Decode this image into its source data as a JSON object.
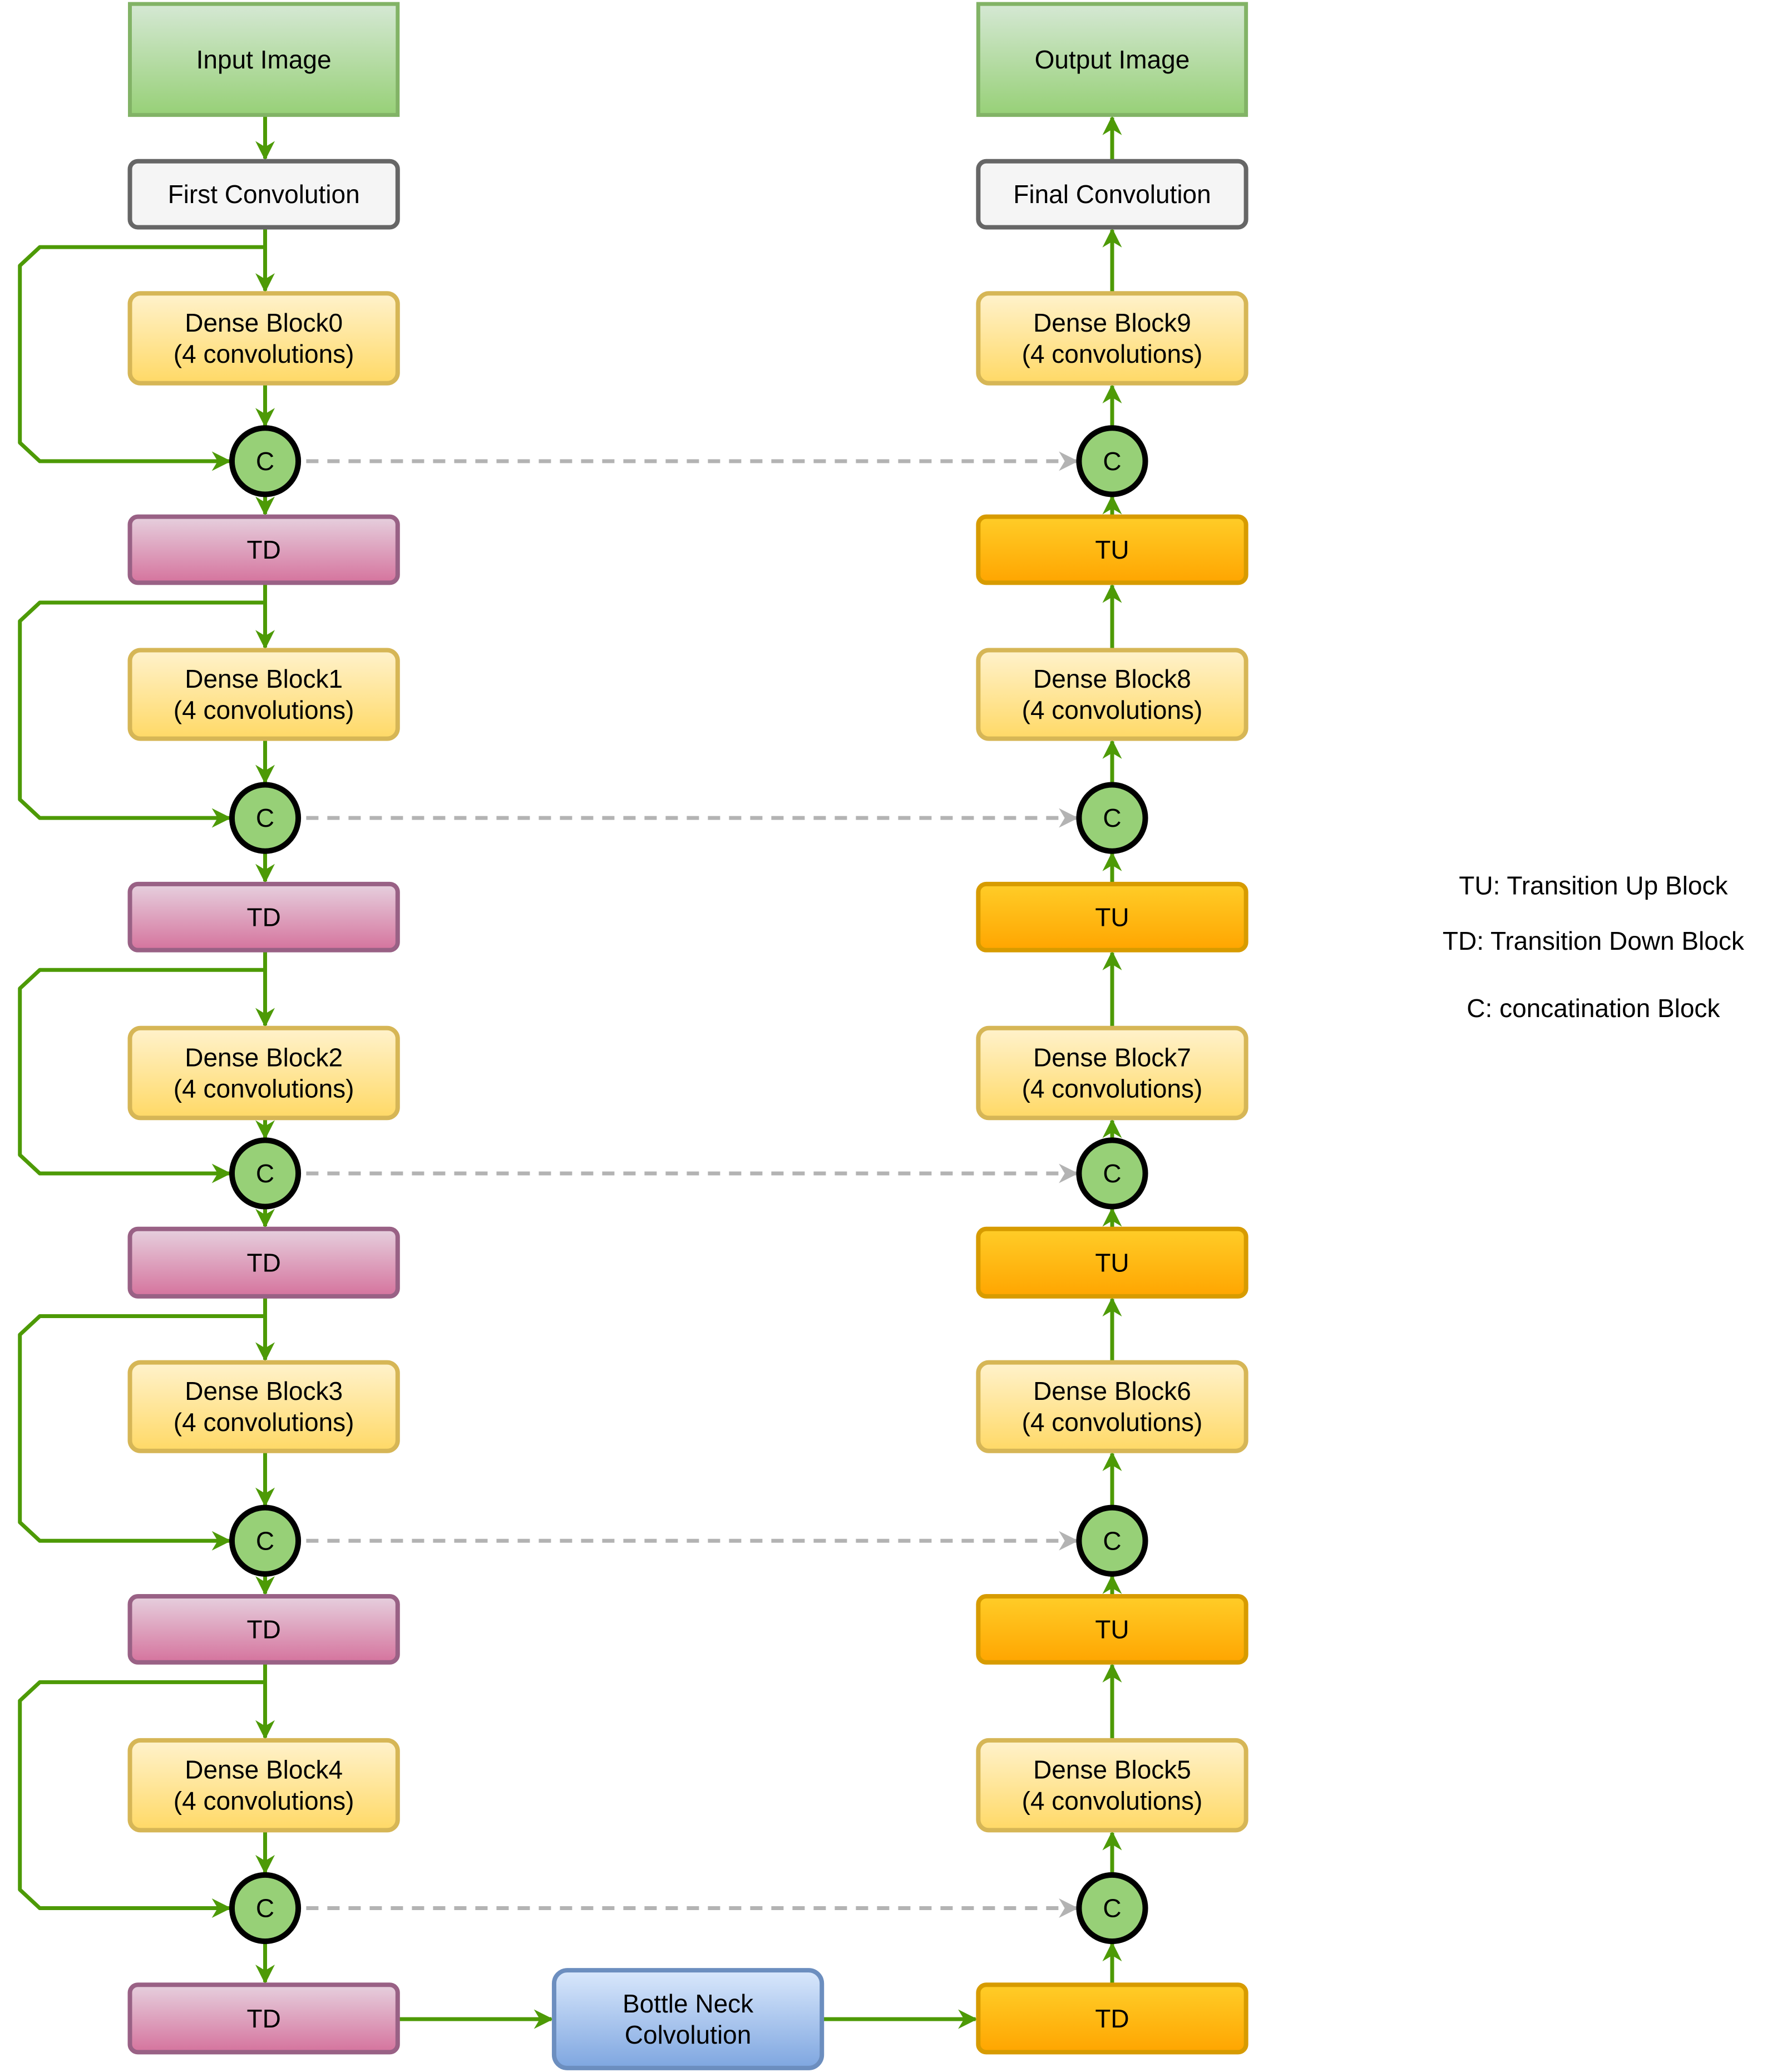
{
  "diagram": {
    "nodes": {
      "input": [
        "Input Image"
      ],
      "first_conv": [
        "First Convolution"
      ],
      "db0": [
        "Dense Block0",
        "(4 convolutions)"
      ],
      "td0": [
        "TD"
      ],
      "db1": [
        "Dense Block1",
        "(4 convolutions)"
      ],
      "td1": [
        "TD"
      ],
      "db2": [
        "Dense Block2",
        "(4 convolutions)"
      ],
      "td2": [
        "TD"
      ],
      "db3": [
        "Dense Block3",
        "(4 convolutions)"
      ],
      "td3": [
        "TD"
      ],
      "db4": [
        "Dense Block4",
        "(4 convolutions)"
      ],
      "td4": [
        "TD"
      ],
      "bottleneck": [
        "Bottle Neck",
        "Colvolution"
      ],
      "td5": [
        "TD"
      ],
      "db5": [
        "Dense Block5",
        "(4 convolutions)"
      ],
      "tu0": [
        "TU"
      ],
      "db6": [
        "Dense Block6",
        "(4 convolutions)"
      ],
      "tu1": [
        "TU"
      ],
      "db7": [
        "Dense Block7",
        "(4 convolutions)"
      ],
      "tu2": [
        "TU"
      ],
      "db8": [
        "Dense Block8",
        "(4 convolutions)"
      ],
      "tu3": [
        "TU"
      ],
      "db9": [
        "Dense Block9",
        "(4 convolutions)"
      ],
      "final_conv": [
        "Final Convolution"
      ],
      "output": [
        "Output Image"
      ]
    },
    "concat_label": "C",
    "legend": [
      "TU: Transition Up Block",
      "TD: Transition Down Block",
      "C: concatination Block"
    ],
    "colors": {
      "edge": "#4d9a06",
      "skip_edge": "#b3b3b3",
      "image_fill_top": "#d5e8d4",
      "image_fill_bottom": "#97d077",
      "image_stroke": "#82b366",
      "conv_fill": "#f5f5f5",
      "conv_stroke": "#666666",
      "dense_fill_top": "#fff2cc",
      "dense_fill_bottom": "#ffd966",
      "dense_stroke": "#d6b656",
      "td_fill_top": "#e6d0de",
      "td_fill_bottom": "#d5739d",
      "td_stroke": "#996185",
      "tu_fill_top": "#ffcd28",
      "tu_fill_bottom": "#ffa500",
      "tu_stroke": "#d79b00",
      "bottleneck_fill_top": "#dae8fc",
      "bottleneck_fill_bottom": "#7ea6e0",
      "bottleneck_stroke": "#6c8ebf",
      "concat_fill": "#97d077",
      "concat_stroke": "#000000"
    }
  }
}
